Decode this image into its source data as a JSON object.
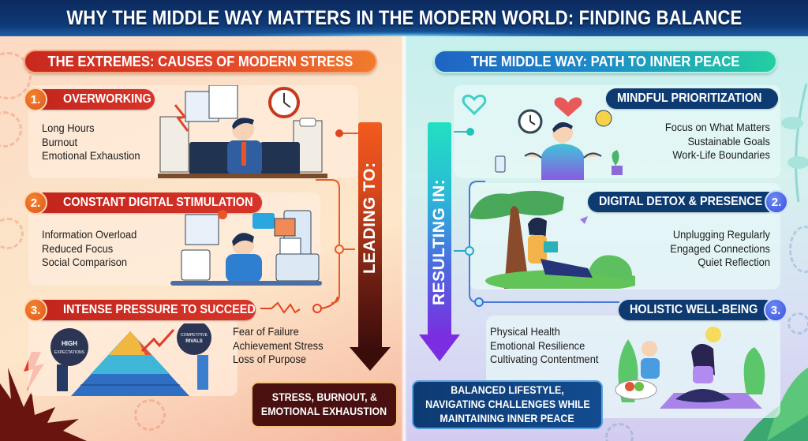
{
  "header": {
    "title": "WHY THE MIDDLE WAY MATTERS IN THE MODERN WORLD: FINDING BALANCE"
  },
  "left": {
    "section_title": "THE EXTREMES: CAUSES OF MODERN STRESS",
    "items": [
      {
        "number": "1.",
        "title": "OVERWORKING",
        "bullets": [
          "Long Hours",
          "Burnout",
          "Emotional Exhaustion"
        ],
        "illustration": "stressed-office-worker-illustration"
      },
      {
        "number": "2.",
        "title": "CONSTANT DIGITAL STIMULATION",
        "bullets": [
          "Information Overload",
          "Reduced Focus",
          "Social Comparison"
        ],
        "illustration": "digital-overload-illustration"
      },
      {
        "number": "3.",
        "title": "INTENSE PRESSURE TO SUCCEED",
        "bullets": [
          "Fear of Failure",
          "Achievement Stress",
          "Loss of Purpose"
        ],
        "illustration": "pyramid-pressure-illustration",
        "weight_labels": [
          "HIGH EXPECTATIONS",
          "COMPETITIVE RIVALS"
        ]
      }
    ],
    "arrow_label": "LEADING TO:",
    "result": [
      "STRESS, BURNOUT, &",
      "EMOTIONAL EXHAUSTION"
    ],
    "colors": {
      "accent": "#d8352a",
      "arrow_top": "#f0551e",
      "arrow_bottom": "#3a0d0b",
      "result_bg": "#4a1010"
    }
  },
  "right": {
    "section_title": "THE MIDDLE WAY: PATH TO INNER PEACE",
    "items": [
      {
        "number": "",
        "title": "MINDFUL PRIORITIZATION",
        "bullets": [
          "Focus on What Matters",
          "Sustainable Goals",
          "Work-Life Boundaries"
        ],
        "illustration": "balanced-person-illustration"
      },
      {
        "number": "2.",
        "title": "DIGITAL DETOX & PRESENCE",
        "bullets": [
          "Unplugging Regularly",
          "Engaged Connections",
          "Quiet Reflection"
        ],
        "illustration": "reading-under-tree-illustration"
      },
      {
        "number": "3.",
        "title": "HOLISTIC WELL-BEING",
        "bullets": [
          "Physical Health",
          "Emotional Resilience",
          "Cultivating Contentment"
        ],
        "illustration": "yoga-and-healthy-eating-illustration"
      }
    ],
    "arrow_label": "RESULTING IN:",
    "result": [
      "BALANCED LIFESTYLE,",
      "NAVIGATING CHALLENGES WHILE",
      "MAINTAINING INNER PEACE"
    ],
    "colors": {
      "accent": "#0d3a70",
      "arrow_top": "#22e0c0",
      "arrow_bottom": "#7a2ee0",
      "result_bg": "#0d3a72"
    }
  }
}
